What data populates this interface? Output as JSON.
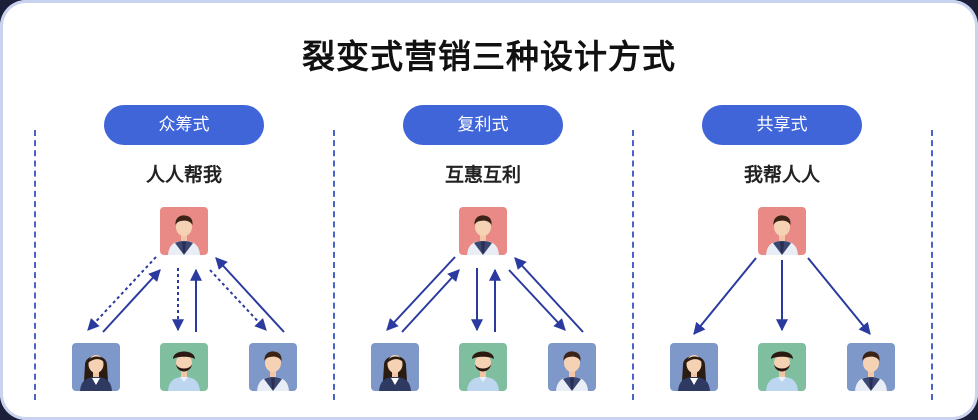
{
  "title": "裂变式营销三种设计方式",
  "sections": [
    {
      "label": "众筹式",
      "subtitle": "人人帮我"
    },
    {
      "label": "复利式",
      "subtitle": "互惠互利"
    },
    {
      "label": "共享式",
      "subtitle": "我帮人人"
    }
  ],
  "colors": {
    "pill": "#3f65d8",
    "arrow": "#2b3a9e",
    "top_avatar_bg": "#e98a86",
    "woman_bg": "#7e98c9",
    "beard_bg": "#7fbf9f",
    "man_bg": "#7e98c9"
  },
  "icons": {
    "top": "man-avatar-icon",
    "left": "woman-avatar-icon",
    "middle": "bearded-man-avatar-icon",
    "right": "man-avatar-icon"
  }
}
